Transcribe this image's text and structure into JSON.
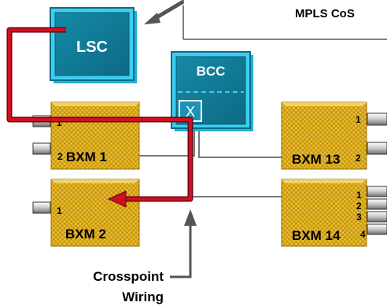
{
  "header": {
    "title": "MPLS CoS"
  },
  "nodes": {
    "lsc": {
      "label": "LSC"
    },
    "bcc": {
      "label": "BCC",
      "switch_glyph": "X"
    },
    "bxm1": {
      "label": "BXM 1",
      "ports": [
        "1",
        "2"
      ]
    },
    "bxm2": {
      "label": "BXM 2",
      "ports": [
        "1"
      ]
    },
    "bxm13": {
      "label": "BXM 13",
      "ports": [
        "1",
        "2"
      ]
    },
    "bxm14": {
      "label": "BXM 14",
      "ports": [
        "1",
        "2",
        "3",
        "4"
      ]
    }
  },
  "callouts": {
    "crosspoint": {
      "line1": "Crosspoint",
      "line2": "Wiring"
    }
  },
  "colors": {
    "path": "#cc1122",
    "teal": "#1aa6c8",
    "teal_dark": "#0d6f89",
    "gold": "#e2b21c",
    "gold_dark": "#b07f05"
  }
}
